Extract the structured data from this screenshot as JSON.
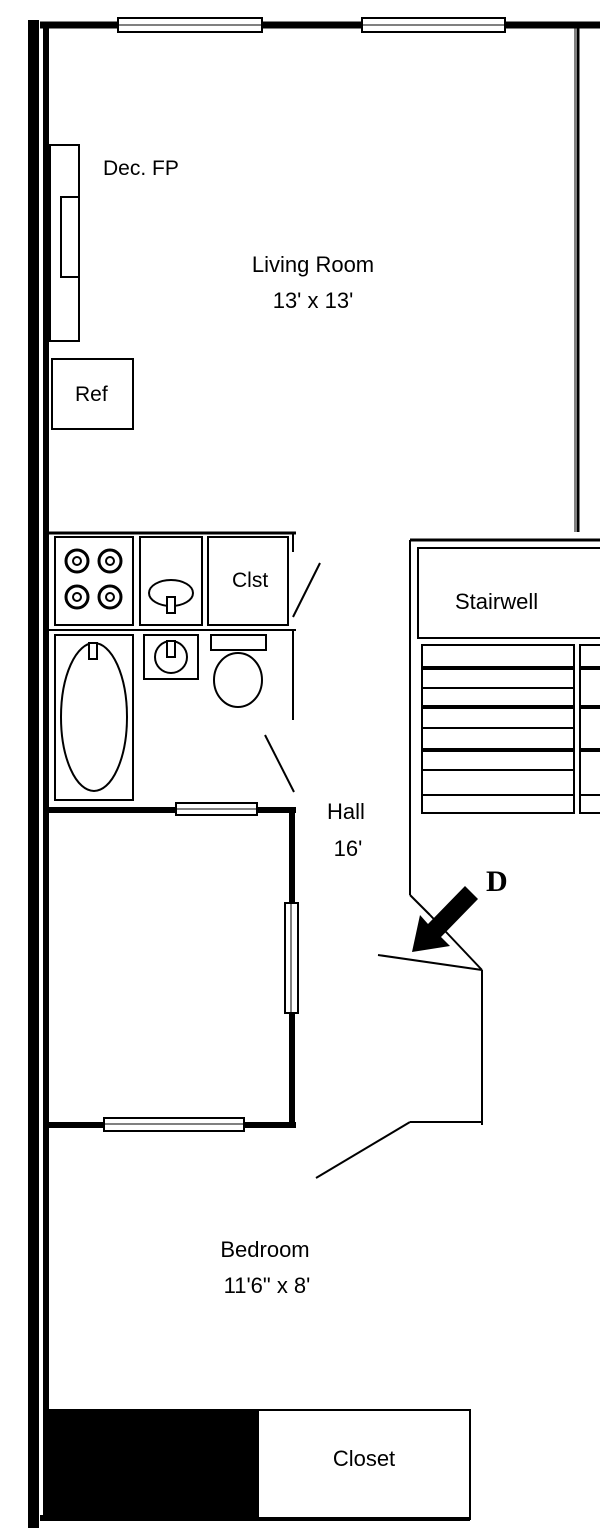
{
  "rooms": {
    "fireplace": {
      "label": "Dec. FP"
    },
    "living_room": {
      "label": "Living Room",
      "size": "13' x 13'"
    },
    "refrigerator": {
      "label": "Ref"
    },
    "closet_small": {
      "label": "Clst"
    },
    "stairwell": {
      "label": "Stairwell"
    },
    "hall": {
      "label": "Hall",
      "size": "16'"
    },
    "entry_marker": {
      "label": "D"
    },
    "bedroom": {
      "label": "Bedroom",
      "size": "11'6\" x 8'"
    },
    "closet": {
      "label": "Closet"
    }
  },
  "colors": {
    "line": "#000000",
    "paper": "#ffffff"
  }
}
